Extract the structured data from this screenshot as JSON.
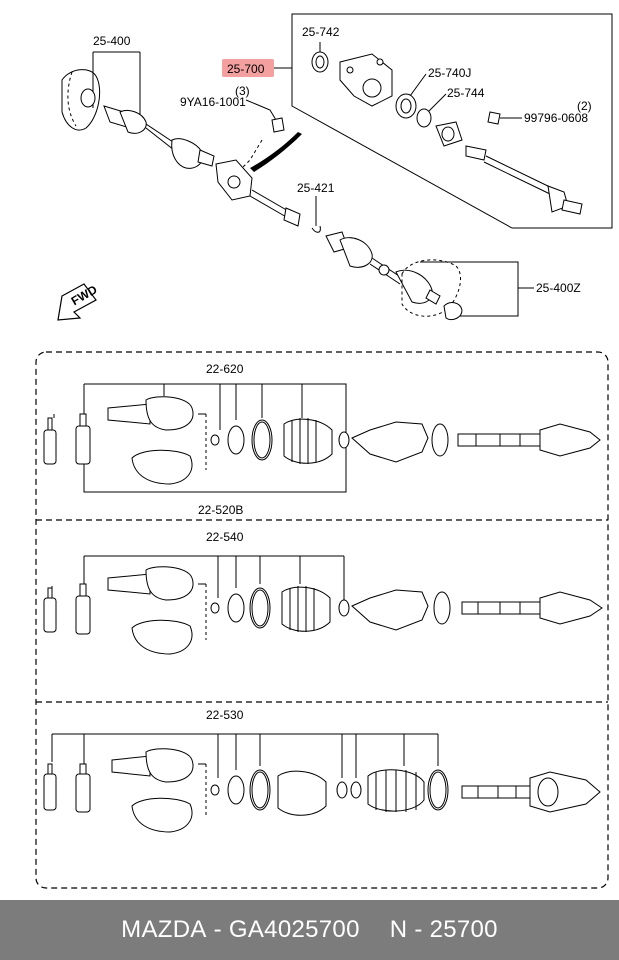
{
  "labels": {
    "top_left_assembly": "25-400",
    "main_part": "25-700",
    "part_742": "25-742",
    "part_740j": "25-740J",
    "part_744": "25-744",
    "bolt_left": "9YA16-1001",
    "bolt_left_qty": "(3)",
    "bolt_right": "99796-0608",
    "bolt_right_qty": "(2)",
    "clip": "25-421",
    "right_assembly": "25-400Z",
    "fwd": "FWD"
  },
  "kits": [
    {
      "top": "22-620",
      "bottom": "22-520B"
    },
    {
      "top": "22-540"
    },
    {
      "top": "22-530"
    }
  ],
  "footer": {
    "brand": "MAZDA",
    "separator": "-",
    "part_number": "GA4025700",
    "ref": "N - 25700"
  },
  "colors": {
    "highlight": "#f4a0a0",
    "footer_bg": "#7c7c7c",
    "footer_text": "#ffffff"
  }
}
